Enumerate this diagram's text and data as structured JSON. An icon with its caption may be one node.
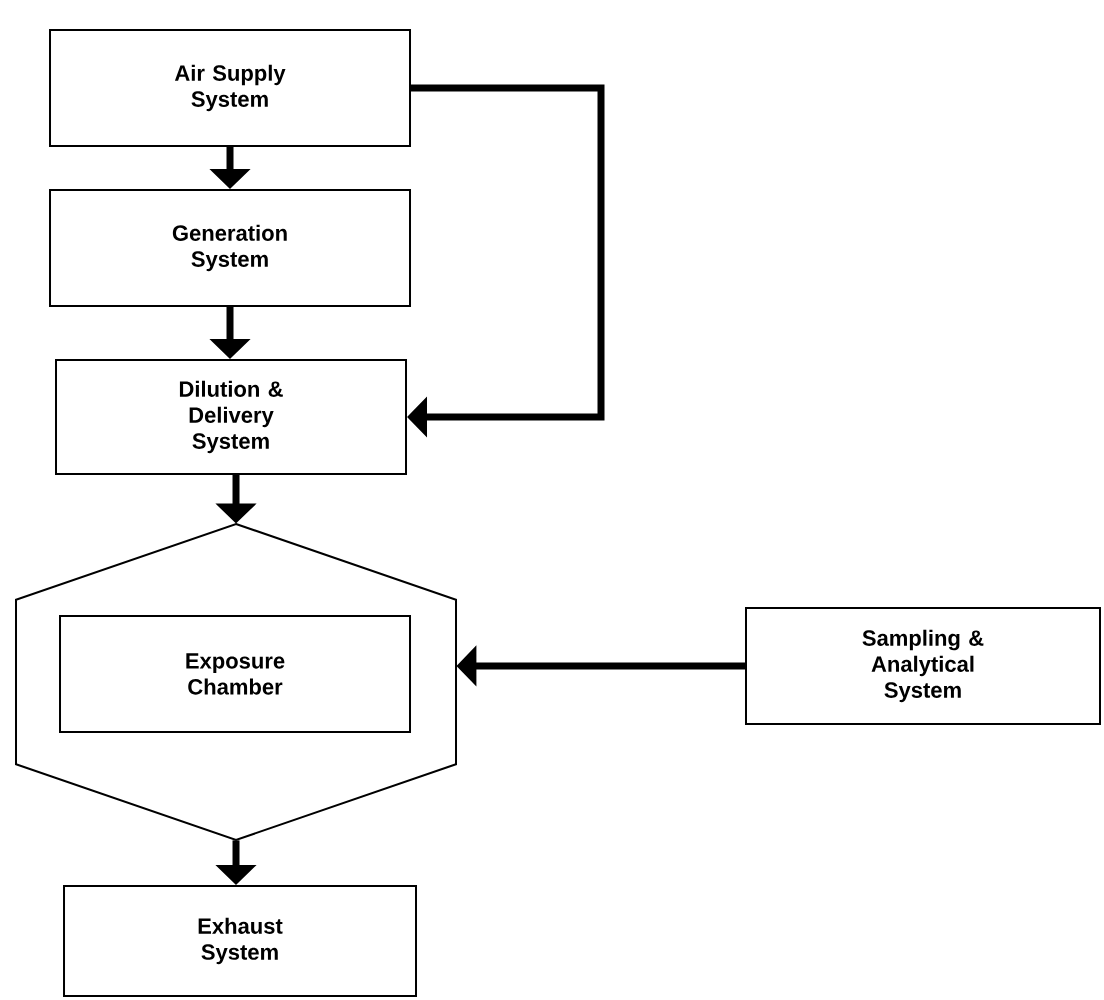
{
  "diagram": {
    "nodes": [
      {
        "text": [
          "Air Supply System"
        ]
      },
      {
        "text": [
          "Generation System"
        ]
      },
      {
        "text": [
          "Dilution & Delivery System"
        ]
      },
      {
        "text": [],
        "shape": "hexagon"
      },
      {
        "text": [
          "Exposure Chamber"
        ],
        "in": 3
      },
      {
        "text": [
          "Sampling & Analytical System"
        ]
      },
      {
        "text": [
          "Exhaust System"
        ]
      }
    ],
    "edges": [
      {
        "from": 0,
        "to": 1,
        "arrow": "to"
      },
      {
        "from": 1,
        "to": 2,
        "arrow": "to"
      },
      {
        "from": 0,
        "to": 2,
        "arrow": "to"
      },
      {
        "from": 2,
        "to": 3,
        "arrow": "to"
      },
      {
        "from": 5,
        "to": 3,
        "arrow": "to"
      },
      {
        "from": 3,
        "to": 6,
        "arrow": "to"
      }
    ]
  }
}
